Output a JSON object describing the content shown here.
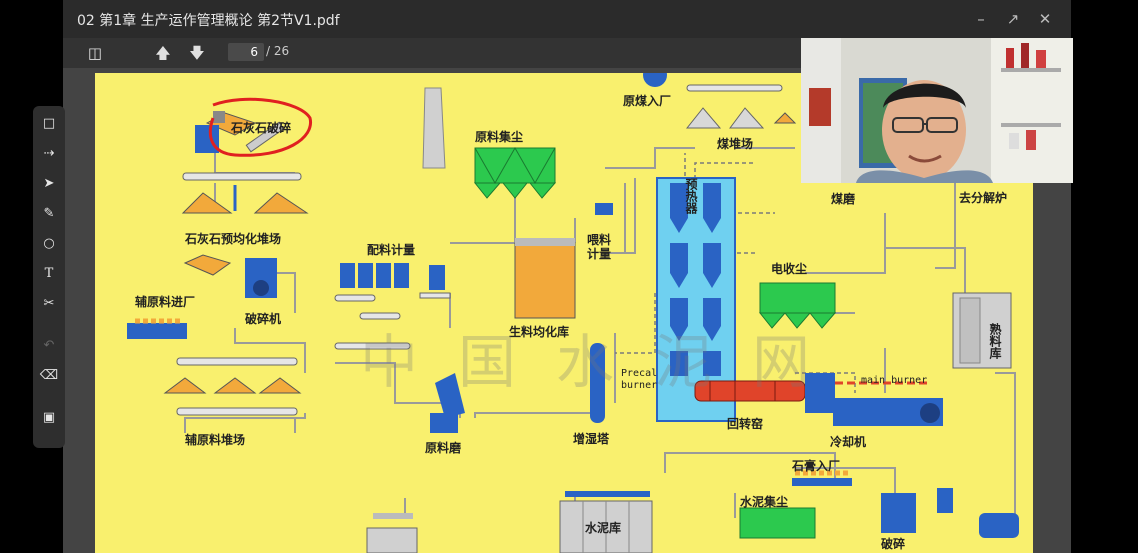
{
  "window": {
    "title": "02 第1章 生产运作管理概论 第2节V1.pdf",
    "minimize_icon": "minimize-icon",
    "restore_icon": "restore-icon",
    "close_icon": "close-icon"
  },
  "toolbar": {
    "current_page": "6",
    "total_pages": "/ 26"
  },
  "diagram": {
    "labels": {
      "limestone_crusher": "石灰石破碎",
      "limestone_prehomo": "石灰石预均化堆场",
      "aux_material_in": "辅原料进厂",
      "crusher": "破碎机",
      "aux_yard": "辅原料堆场",
      "raw_dust": "原料集尘",
      "batching": "配料计量",
      "raw_mill": "原料磨",
      "raw_homo": "生料均化库",
      "feed_metering": "喂料计量",
      "humidifier": "增湿塔",
      "preheater": "预热器",
      "precal_burner": "Precal burner",
      "rotary_kiln": "回转窑",
      "esp": "电收尘",
      "main_burner": "main burner",
      "cooler": "冷却机",
      "coal_in": "原煤入厂",
      "coal_yard": "煤堆场",
      "coal_mill": "煤磨",
      "decomposer": "去分解炉",
      "clinker_silo": "熟料库",
      "gypsum_in": "石膏入厂",
      "cement_dust": "水泥集尘",
      "cement_silo": "水泥库",
      "crush_small": "破碎"
    },
    "watermark": "中国水泥网",
    "colors": {
      "page_bg": "#f9f06e",
      "equipment_blue": "#2a63c4",
      "dust_green": "#2cc94e",
      "silo_orange": "#f2a93b",
      "preheater_cyan": "#6fd0f0",
      "kiln_red": "#e0442a",
      "annotation_red": "#e02020"
    }
  },
  "sidebar": {
    "tools": [
      "select-area-icon",
      "pointer-icon",
      "cursor-icon",
      "pen-icon",
      "shapes-icon",
      "text-icon",
      "scissors-icon",
      "undo-icon",
      "eraser-icon",
      "toolbox-icon"
    ]
  }
}
